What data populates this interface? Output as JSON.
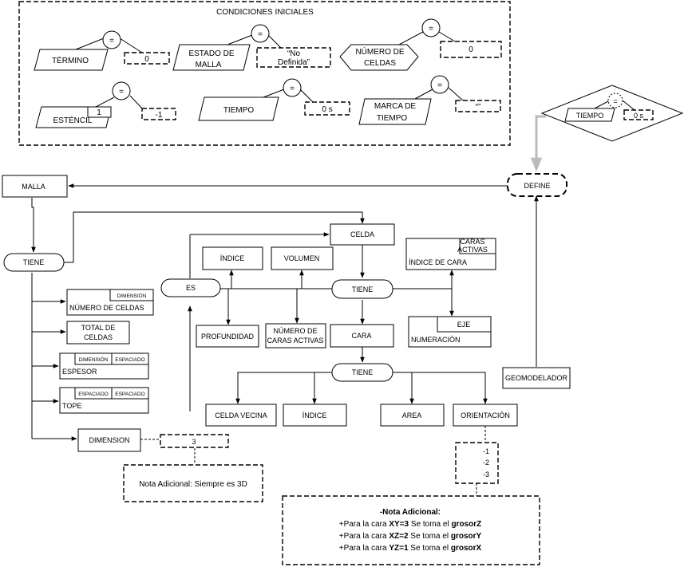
{
  "initial_conditions": {
    "title": "CONDICIONES INICIALES",
    "equals": "=",
    "termino": {
      "label": "TÉRMINO",
      "value": "0"
    },
    "estado_malla": {
      "label_line1": "ESTADO DE",
      "label_line2": "MALLA",
      "value_line1": "“No",
      "value_line2": "Definida”"
    },
    "numero_celdas": {
      "label_line1": "NÚMERO DE",
      "label_line2": "CELDAS",
      "value": "0"
    },
    "estencil": {
      "label": "ESTÉNCIL",
      "inner": "1",
      "value": "-1"
    },
    "tiempo": {
      "label": "TIEMPO",
      "value": "0 s"
    },
    "marca_tiempo": {
      "label_line1": "MARCA DE",
      "label_line2": "TIEMPO",
      "value": "“”"
    }
  },
  "decision": {
    "label": "TIEMPO",
    "equals": "=",
    "value": "0 s"
  },
  "nodes": {
    "malla": "MALLA",
    "define": "DEFINE",
    "tiene_main": "TIENE",
    "celda": "CELDA",
    "indice_top": "ÍNDICE",
    "volumen": "VOLUMEN",
    "es": "ES",
    "tiene_celda": "TIENE",
    "indice_cara": "ÍNDICE DE CARA",
    "caras_activas_tag_1": "CARAS",
    "caras_activas_tag_2": "ACTIVAS",
    "profundidad": "PROFUNDIDAD",
    "num_caras_1": "NÚMERO DE",
    "num_caras_2": "CARAS ACTIVAS",
    "cara": "CARA",
    "numeracion": "NUMERACIÓN",
    "eje": "EJE",
    "tiene_cara": "TIENE",
    "geomodelador": "GEOMODELADOR",
    "celda_vecina": "CELDA VECINA",
    "indice_bottom": "ÍNDICE",
    "area": "AREA",
    "orientacion": "ORIENTACIÓN"
  },
  "malla_props": {
    "numero_celdas": {
      "tag": "DIMENSIÓN",
      "label": "NÚMERO DE CELDAS"
    },
    "total_celdas_1": "TOTAL DE",
    "total_celdas_2": "CELDAS",
    "espesor": {
      "tag1": "DIMENSIÓN",
      "tag2": "ESPACIADO",
      "label": "ESPESOR"
    },
    "tope": {
      "tag1": "ESPACIADO",
      "tag2": "ESPACIADO",
      "label": "TOPE"
    },
    "dimension": {
      "label": "DIMENSION",
      "value": "3"
    }
  },
  "notes": {
    "dimension_note": "Nota Adicional: Siempre es 3D",
    "orientation_values": [
      "-1",
      "-2",
      "-3"
    ],
    "title": "-Nota Adicional:",
    "line1": {
      "pre": "+Para la cara ",
      "bold1": "XY=3",
      "mid": " Se toma el ",
      "bold2": "grosorZ"
    },
    "line2": {
      "pre": "+Para la cara ",
      "bold1": "XZ=2",
      "mid": " Se toma el ",
      "bold2": "grosorY"
    },
    "line3": {
      "pre": "+Para la cara ",
      "bold1": "YZ=1",
      "mid": " Se toma el ",
      "bold2": "grosorX"
    }
  }
}
